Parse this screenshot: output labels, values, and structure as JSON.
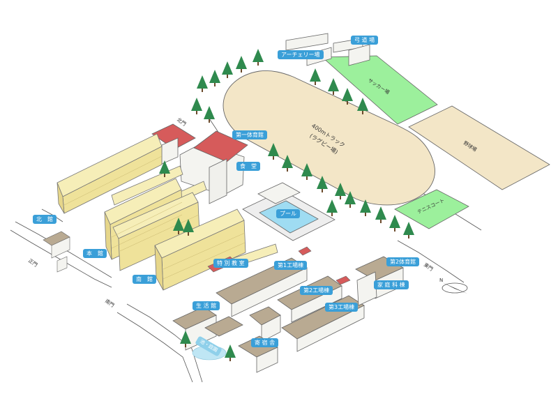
{
  "colors": {
    "track": "#f3e6c7",
    "field_green": "#9cf09c",
    "field_sand": "#f3e6c7",
    "building_cream": "#f4e8a6",
    "roof_red": "#d65b5b",
    "roof_brown": "#b9aa92",
    "wall_white": "#f4f4f0",
    "tree": "#2f8a4e",
    "pool": "#9fdcf2",
    "label_bg": "#3a9fd8"
  },
  "labels": {
    "kyudojo": "弓 道 場",
    "archery": "アーチェリー場",
    "soccer": "サッカー場",
    "track": "400mトラック",
    "track_sub": "(ラグビー場)",
    "baseball": "野球場",
    "tennis": "テニスコート",
    "gym1": "第一体育館",
    "cafeteria": "食　堂",
    "pool": "プール",
    "north": "北　館",
    "main": "本　館",
    "south": "南　館",
    "special": "特 別 教 室",
    "shop1": "第1工場棟",
    "shop2": "第2工場棟",
    "shop3": "第3工場棟",
    "gym2": "第2体育館",
    "homeec": "家 庭 科 棟",
    "life": "生 活 館",
    "dorm": "寄 宿 舎",
    "pond": "池・庭園"
  },
  "gates": {
    "north_gate": "北門",
    "main_gate": "正門",
    "south_gate": "南門",
    "east_gate": "東門"
  }
}
